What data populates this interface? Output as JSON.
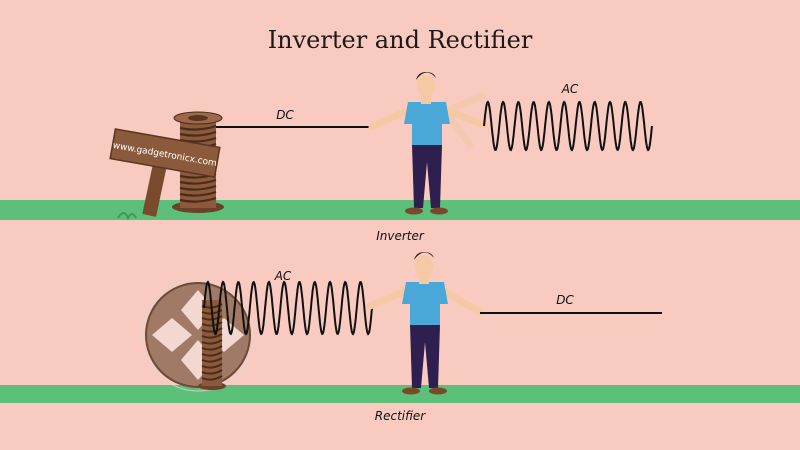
{
  "title": "Inverter and Rectifier",
  "top_panel": {
    "left_label": "DC",
    "right_label": "AC",
    "caption": "Inverter",
    "sign_text": "www.gadgetronicx.com"
  },
  "bottom_panel": {
    "left_label": "AC",
    "right_label": "DC",
    "caption": "Rectifier"
  },
  "colors": {
    "background": "#f9cbc0",
    "ground": "#5cbf7a",
    "shirt": "#4aa8d8",
    "pants": "#2e1f4e",
    "wood": "#8b5a3c",
    "wire": "#111111"
  }
}
